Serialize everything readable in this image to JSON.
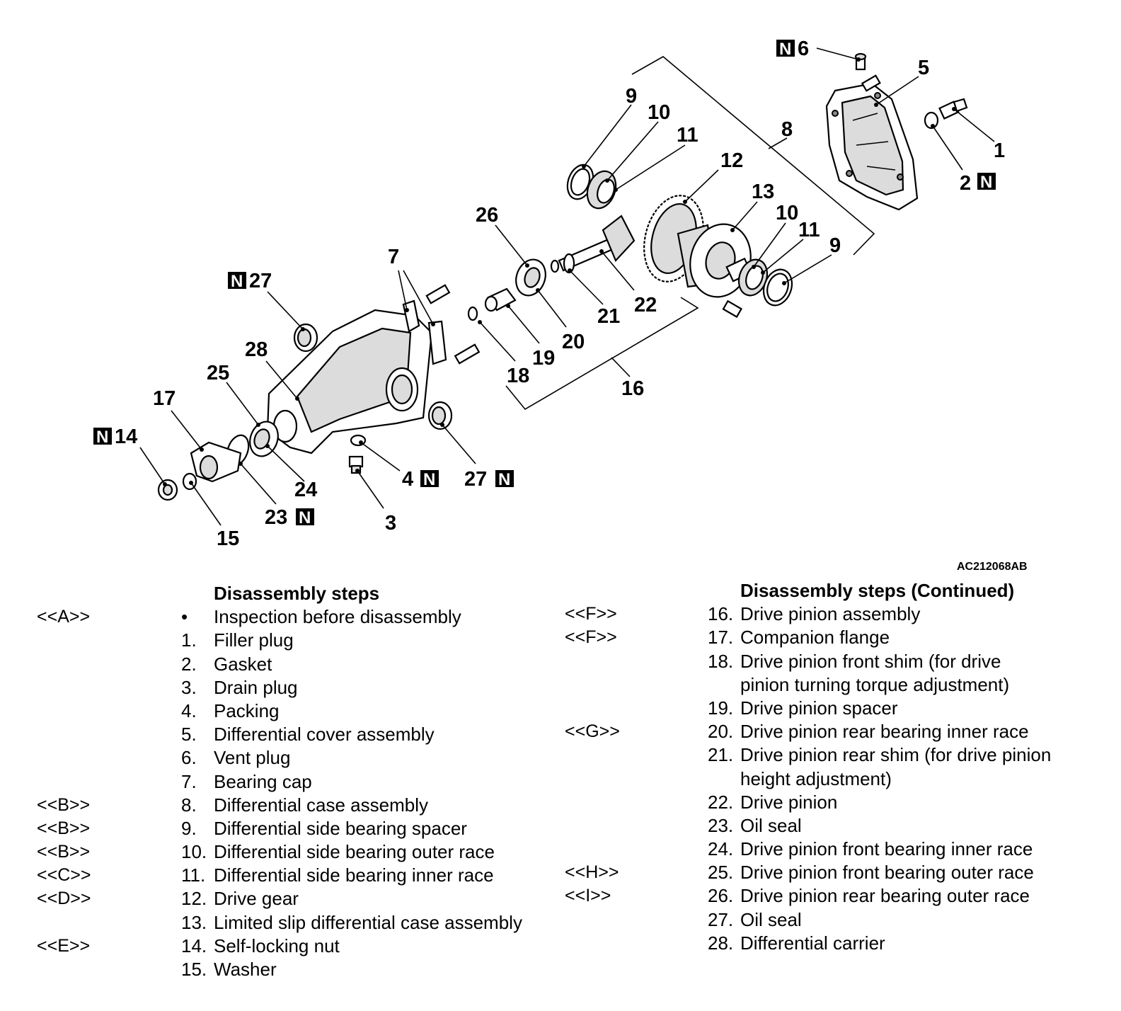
{
  "figure_code": "AC212068AB",
  "n_mark": "N",
  "callouts": {
    "c1": "1",
    "c2": "2",
    "c3": "3",
    "c4": "4",
    "c5": "5",
    "c6": "6",
    "c7": "7",
    "c8": "8",
    "c9a": "9",
    "c9b": "9",
    "c10a": "10",
    "c10b": "10",
    "c11a": "11",
    "c11b": "11",
    "c12": "12",
    "c13": "13",
    "c14": "14",
    "c15": "15",
    "c16": "16",
    "c17": "17",
    "c18": "18",
    "c19": "19",
    "c20": "20",
    "c21": "21",
    "c22": "22",
    "c23": "23",
    "c24": "24",
    "c25": "25",
    "c26": "26",
    "c27a": "27",
    "c27b": "27",
    "c28": "28"
  },
  "left_column": {
    "heading": "Disassembly steps",
    "rows": [
      {
        "ref": "<<A>>",
        "num": "•",
        "text": "Inspection before disassembly"
      },
      {
        "ref": "",
        "num": "1.",
        "text": "Filler plug"
      },
      {
        "ref": "",
        "num": "2.",
        "text": "Gasket"
      },
      {
        "ref": "",
        "num": "3.",
        "text": "Drain plug"
      },
      {
        "ref": "",
        "num": "4.",
        "text": "Packing"
      },
      {
        "ref": "",
        "num": "5.",
        "text": "Differential cover assembly"
      },
      {
        "ref": "",
        "num": "6.",
        "text": "Vent plug"
      },
      {
        "ref": "",
        "num": "7.",
        "text": "Bearing cap"
      },
      {
        "ref": "<<B>>",
        "num": "8.",
        "text": "Differential case assembly"
      },
      {
        "ref": "<<B>>",
        "num": "9.",
        "text": "Differential side bearing spacer"
      },
      {
        "ref": "<<B>>",
        "num": "10.",
        "text": "Differential side bearing outer race"
      },
      {
        "ref": "<<C>>",
        "num": "11.",
        "text": "Differential side bearing inner race"
      },
      {
        "ref": "<<D>>",
        "num": "12.",
        "text": "Drive gear"
      },
      {
        "ref": "",
        "num": "13.",
        "text": "Limited slip differential case assembly"
      },
      {
        "ref": "<<E>>",
        "num": "14.",
        "text": "Self-locking nut"
      },
      {
        "ref": "",
        "num": "15.",
        "text": "Washer"
      }
    ]
  },
  "right_column": {
    "heading": "Disassembly steps (Continued)",
    "rows": [
      {
        "ref": "<<F>>",
        "num": "16.",
        "text": "Drive pinion assembly"
      },
      {
        "ref": "<<F>>",
        "num": "17.",
        "text": "Companion flange"
      },
      {
        "ref": "",
        "num": "18.",
        "text": "Drive pinion front shim (for drive"
      },
      {
        "ref": "",
        "num": "",
        "text": "pinion turning torque adjustment)"
      },
      {
        "ref": "",
        "num": "19.",
        "text": "Drive pinion spacer"
      },
      {
        "ref": "<<G>>",
        "num": "20.",
        "text": "Drive pinion rear bearing inner race"
      },
      {
        "ref": "",
        "num": "21.",
        "text": "Drive pinion rear shim (for drive pinion"
      },
      {
        "ref": "",
        "num": "",
        "text": "height adjustment)"
      },
      {
        "ref": "",
        "num": "22.",
        "text": "Drive pinion"
      },
      {
        "ref": "",
        "num": "23.",
        "text": "Oil seal"
      },
      {
        "ref": "",
        "num": "24.",
        "text": "Drive pinion front bearing inner race"
      },
      {
        "ref": "<<H>>",
        "num": "25.",
        "text": "Drive pinion front bearing outer race"
      },
      {
        "ref": "<<I>>",
        "num": "26.",
        "text": "Drive pinion rear bearing outer race"
      },
      {
        "ref": "",
        "num": "27.",
        "text": "Oil seal"
      },
      {
        "ref": "",
        "num": "28.",
        "text": "Differential carrier"
      }
    ]
  }
}
